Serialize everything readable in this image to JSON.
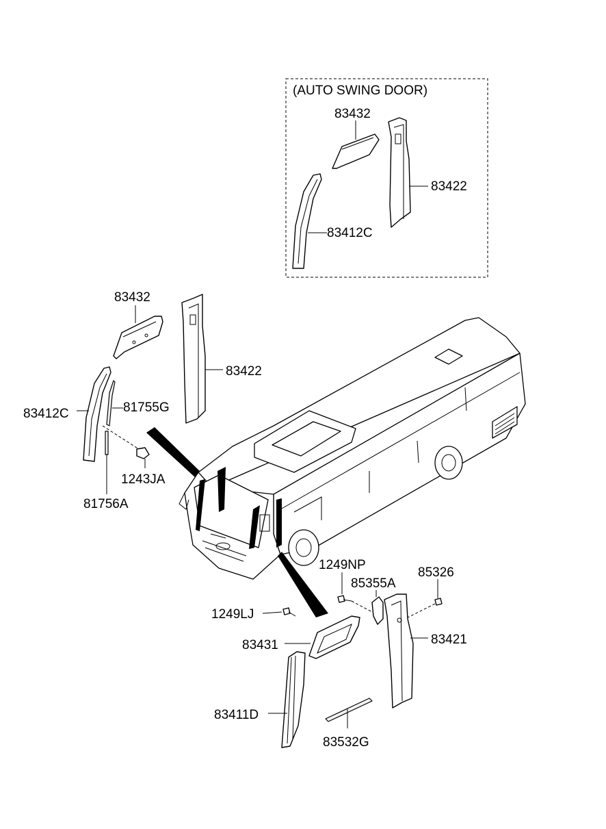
{
  "inset": {
    "title": "(AUTO SWING DOOR)",
    "labels": {
      "part_83432": "83432",
      "part_83422": "83422",
      "part_83412C": "83412C"
    }
  },
  "main": {
    "labels": {
      "part_83432": "83432",
      "part_83422": "83422",
      "part_83412C": "83412C",
      "part_81755G": "81755G",
      "part_1243JA": "1243JA",
      "part_81756A": "81756A",
      "part_1249NP": "1249NP",
      "part_85326": "85326",
      "part_85355A": "85355A",
      "part_1249LJ": "1249LJ",
      "part_83421": "83421",
      "part_83431": "83431",
      "part_83411D": "83411D",
      "part_83532G": "83532G"
    }
  }
}
